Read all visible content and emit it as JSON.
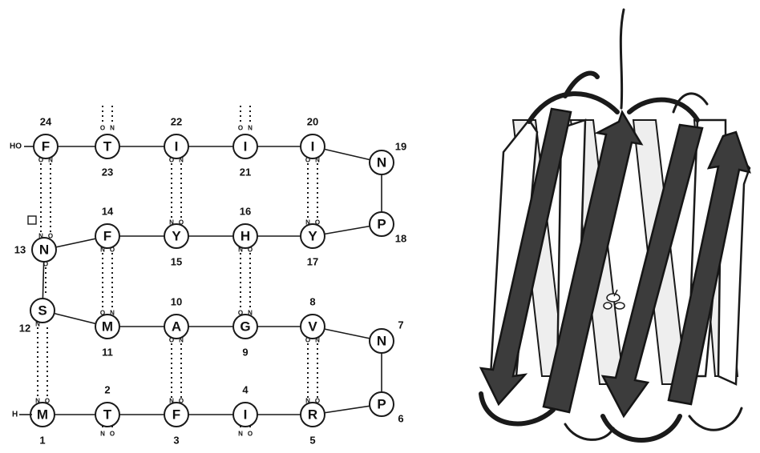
{
  "residues": [
    {
      "num": "1",
      "letter": "M"
    },
    {
      "num": "2",
      "letter": "T"
    },
    {
      "num": "3",
      "letter": "F"
    },
    {
      "num": "4",
      "letter": "I"
    },
    {
      "num": "5",
      "letter": "R"
    },
    {
      "num": "6",
      "letter": "P"
    },
    {
      "num": "7",
      "letter": "N"
    },
    {
      "num": "8",
      "letter": "V"
    },
    {
      "num": "9",
      "letter": "G"
    },
    {
      "num": "10",
      "letter": "A"
    },
    {
      "num": "11",
      "letter": "M"
    },
    {
      "num": "12",
      "letter": "S"
    },
    {
      "num": "13",
      "letter": "N"
    },
    {
      "num": "14",
      "letter": "F"
    },
    {
      "num": "15",
      "letter": "Y"
    },
    {
      "num": "16",
      "letter": "H"
    },
    {
      "num": "17",
      "letter": "Y"
    },
    {
      "num": "18",
      "letter": "P"
    },
    {
      "num": "19",
      "letter": "N"
    },
    {
      "num": "20",
      "letter": "I"
    },
    {
      "num": "21",
      "letter": "I"
    },
    {
      "num": "22",
      "letter": "I"
    },
    {
      "num": "23",
      "letter": "T"
    },
    {
      "num": "24",
      "letter": "F"
    }
  ],
  "termini": {
    "n_terminal": "H",
    "c_terminal": "HO"
  },
  "hbond_atoms": {
    "oxygen": "O",
    "nitrogen": "N"
  },
  "colors": {
    "ink": "#1a1a1a",
    "strand_dark": "#3c3c3c",
    "background": "#ffffff"
  }
}
